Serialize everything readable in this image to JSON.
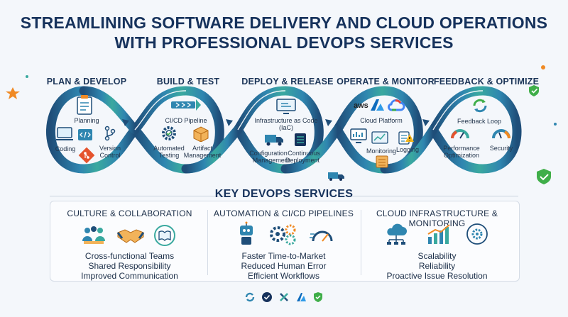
{
  "header": {
    "title_line1": "STREAMLINING SOFTWARE DELIVERY AND CLOUD OPERATIONS",
    "title_line2": "WITH PROFESSIONAL DEVOPS SERVICES"
  },
  "stages": [
    {
      "title": "PLAN & DEVELOP",
      "items": [
        "Planning",
        "Coding",
        "Version",
        "Control"
      ]
    },
    {
      "title": "BUILD & TEST",
      "items": [
        "CI/CD Pipeline",
        "Automated",
        "Testing",
        "Artifact",
        "Management"
      ]
    },
    {
      "title": "DEPLOY & RELEASE",
      "items": [
        "Infrastructure as Code",
        "(IaC)",
        "Configuration",
        "Management",
        "Continuous",
        "Deployment"
      ]
    },
    {
      "title": "OPERATE & MONITOR",
      "items": [
        "aws",
        "Cloud Platform",
        "Monitoring",
        "Logging"
      ]
    },
    {
      "title": "FEEDBACK & OPTIMIZE",
      "items": [
        "Feedback Loop",
        "Performance",
        "Optimization",
        "Security"
      ]
    }
  ],
  "key_services": {
    "title": "KEY DEVOPS SERVICES",
    "columns": [
      {
        "title": "CULTURE & COLLABORATION",
        "items": [
          "Cross-functional Teams",
          "Shared Responsibility",
          "Improved Communication"
        ]
      },
      {
        "title": "AUTOMATION & CI/CD PIPELINES",
        "items": [
          "Faster Time-to-Market",
          "Reduced Human Error",
          "Efficient Workflows"
        ]
      },
      {
        "title": "CLOUD INFRASTRUCTURE & MONITORING",
        "items": [
          "Scalability",
          "Reliability",
          "Proactive Issue Resolution"
        ]
      }
    ]
  },
  "colors": {
    "navy": "#16325c",
    "loop_dark": "#1f4e79",
    "loop_mid": "#2f86b0",
    "loop_teal": "#3aa99f",
    "accent_orange": "#f08a24",
    "accent_green": "#3fae49"
  },
  "icons": [
    "planning-clipboard-icon",
    "coding-laptop-icon",
    "version-control-icon",
    "git-icon",
    "pipeline-icon",
    "testing-gear-icon",
    "artifact-box-icon",
    "iac-monitor-icon",
    "config-truck-icon",
    "deployment-server-icon",
    "aws-icon",
    "azure-icon",
    "google-cloud-icon",
    "cloud-platform-monitor-icon",
    "monitoring-chart-icon",
    "logging-warning-icon",
    "server-rack-icon",
    "feedback-loop-icon",
    "performance-gauge-icon",
    "security-gauge-icon",
    "team-icon",
    "handshake-icon",
    "communication-book-icon",
    "robot-icon",
    "gears-icon",
    "speedometer-icon",
    "cloud-network-icon",
    "growth-chart-icon",
    "cloud-gear-icon"
  ]
}
